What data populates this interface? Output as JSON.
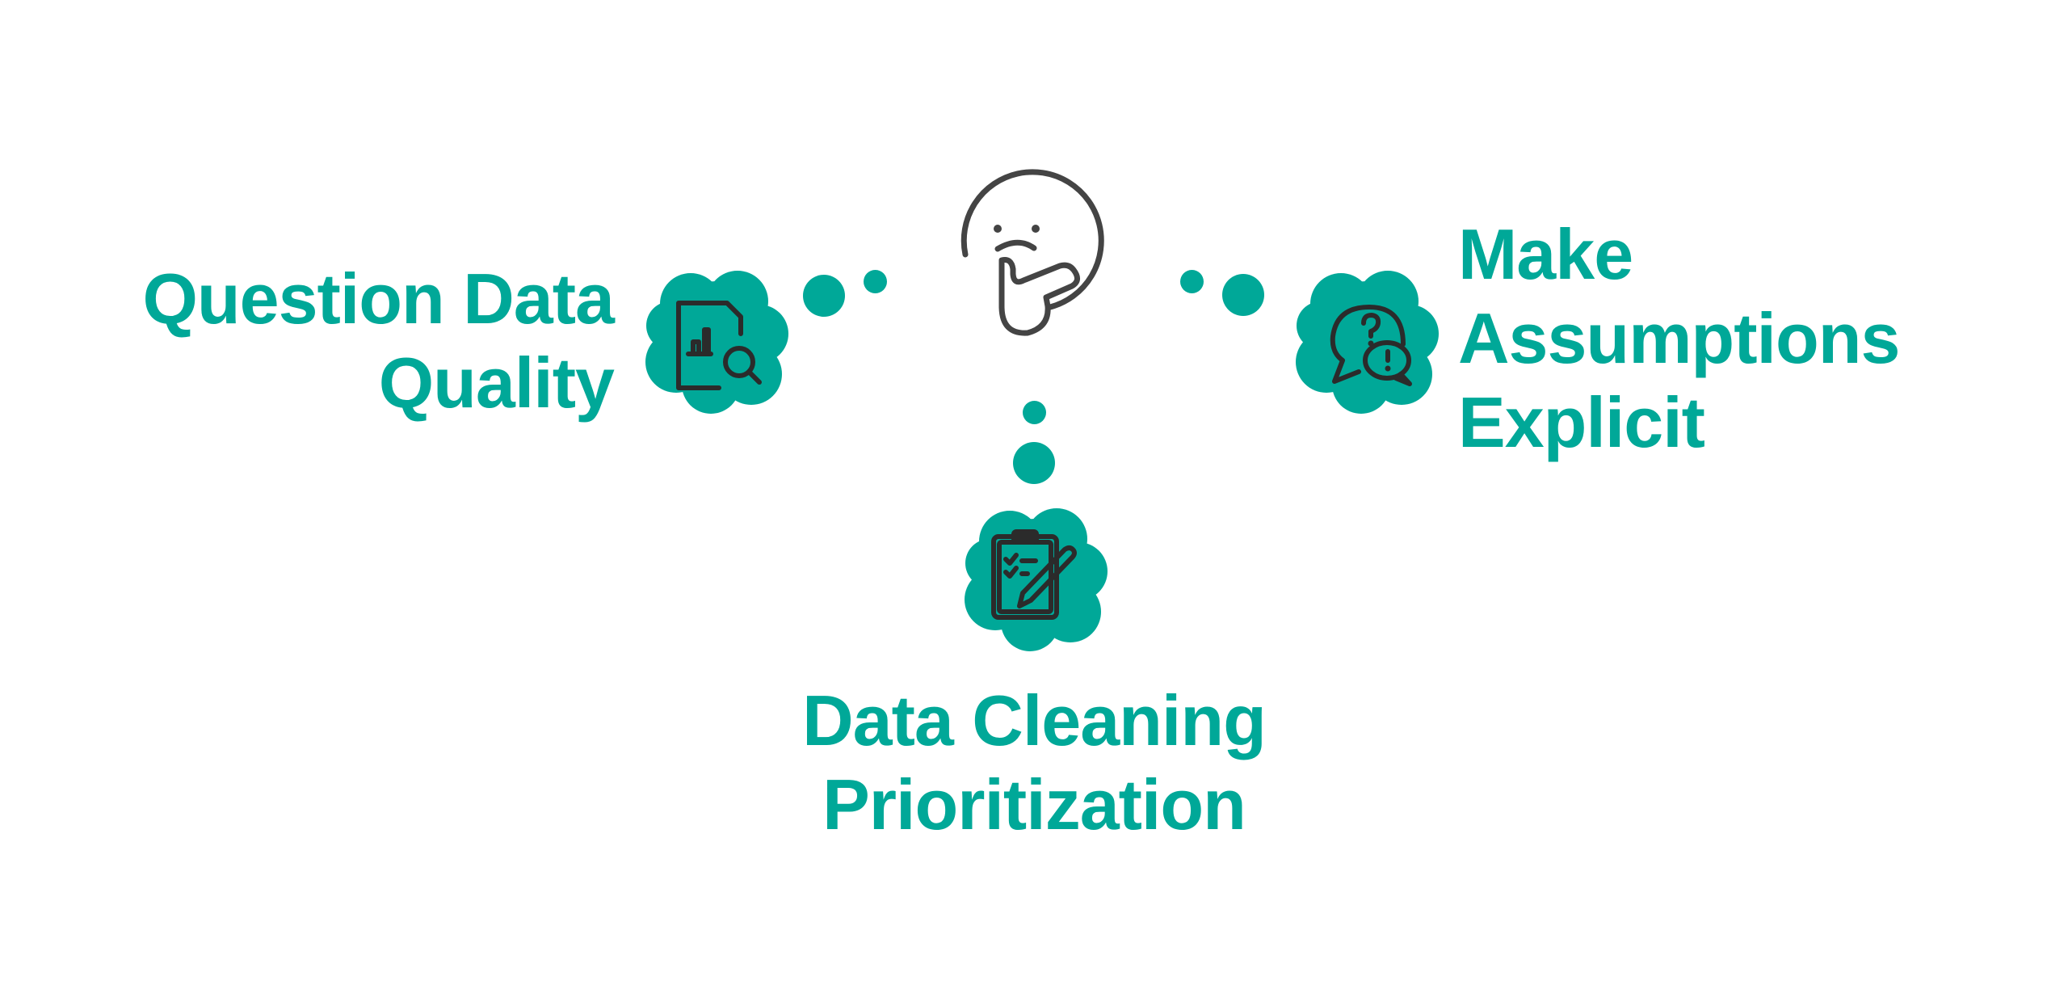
{
  "diagram": {
    "title": "",
    "accent_color": "#00A898",
    "icon_stroke_color": "#2b2b2b",
    "center": {
      "icon": "thinking-face-icon"
    },
    "nodes": [
      {
        "id": "left",
        "lines": [
          "Question Data",
          "Quality"
        ],
        "icon": "document-chart-search-icon"
      },
      {
        "id": "right",
        "lines": [
          "Make",
          "Assumptions",
          "Explicit"
        ],
        "icon": "question-exclamation-speech-bubbles-icon"
      },
      {
        "id": "bottom",
        "lines": [
          "Data Cleaning",
          "Prioritization"
        ],
        "icon": "clipboard-checklist-pencil-icon"
      }
    ]
  }
}
